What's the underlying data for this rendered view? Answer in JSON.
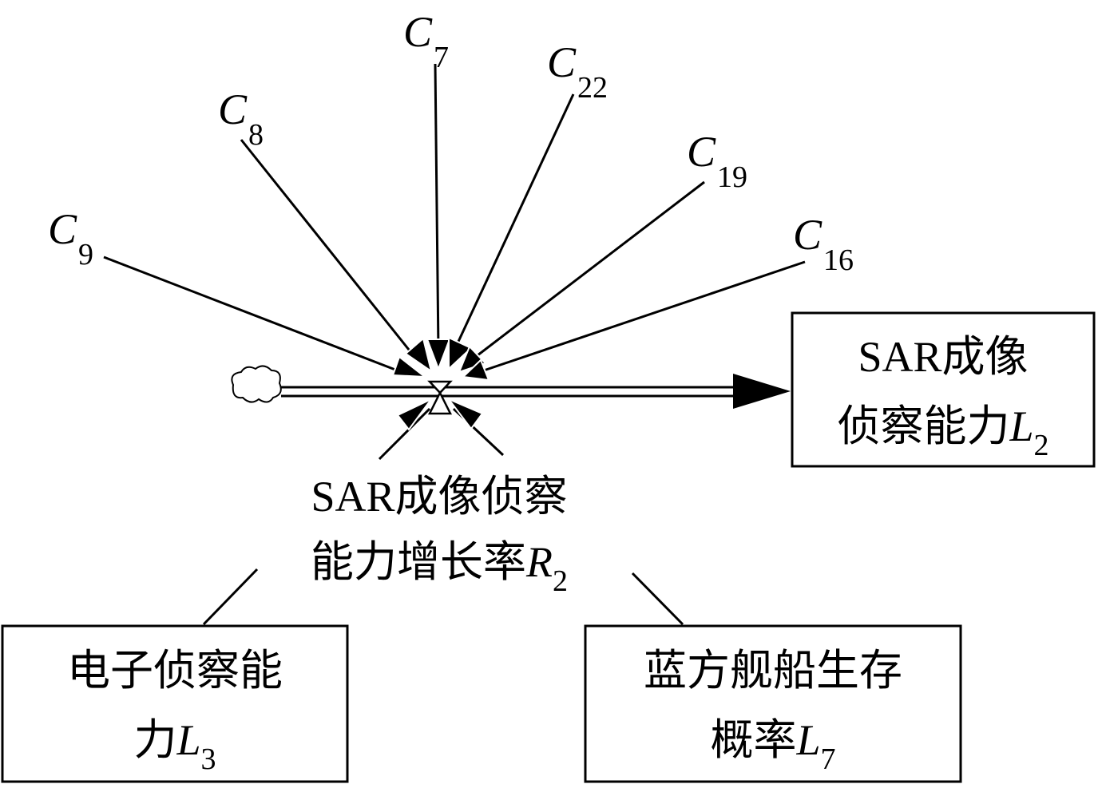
{
  "diagram": {
    "connector_labels": [
      {
        "base": "C",
        "sub": "7"
      },
      {
        "base": "C",
        "sub": "22"
      },
      {
        "base": "C",
        "sub": "8"
      },
      {
        "base": "C",
        "sub": "19"
      },
      {
        "base": "C",
        "sub": "9"
      },
      {
        "base": "C",
        "sub": "16"
      }
    ],
    "stock_L2": {
      "line1": "SAR成像",
      "line2_text": "侦察能力",
      "line2_var": "L",
      "line2_sub": "2"
    },
    "rate_R2": {
      "line1": "SAR成像侦察",
      "line2_text": "能力增长率",
      "line2_var": "R",
      "line2_sub": "2"
    },
    "stock_L3": {
      "line1": "电子侦察能",
      "line2_text": "力",
      "line2_var": "L",
      "line2_sub": "3"
    },
    "stock_L7": {
      "line1": "蓝方舰船生存",
      "line2_text": "概率",
      "line2_var": "L",
      "line2_sub": "7"
    }
  }
}
